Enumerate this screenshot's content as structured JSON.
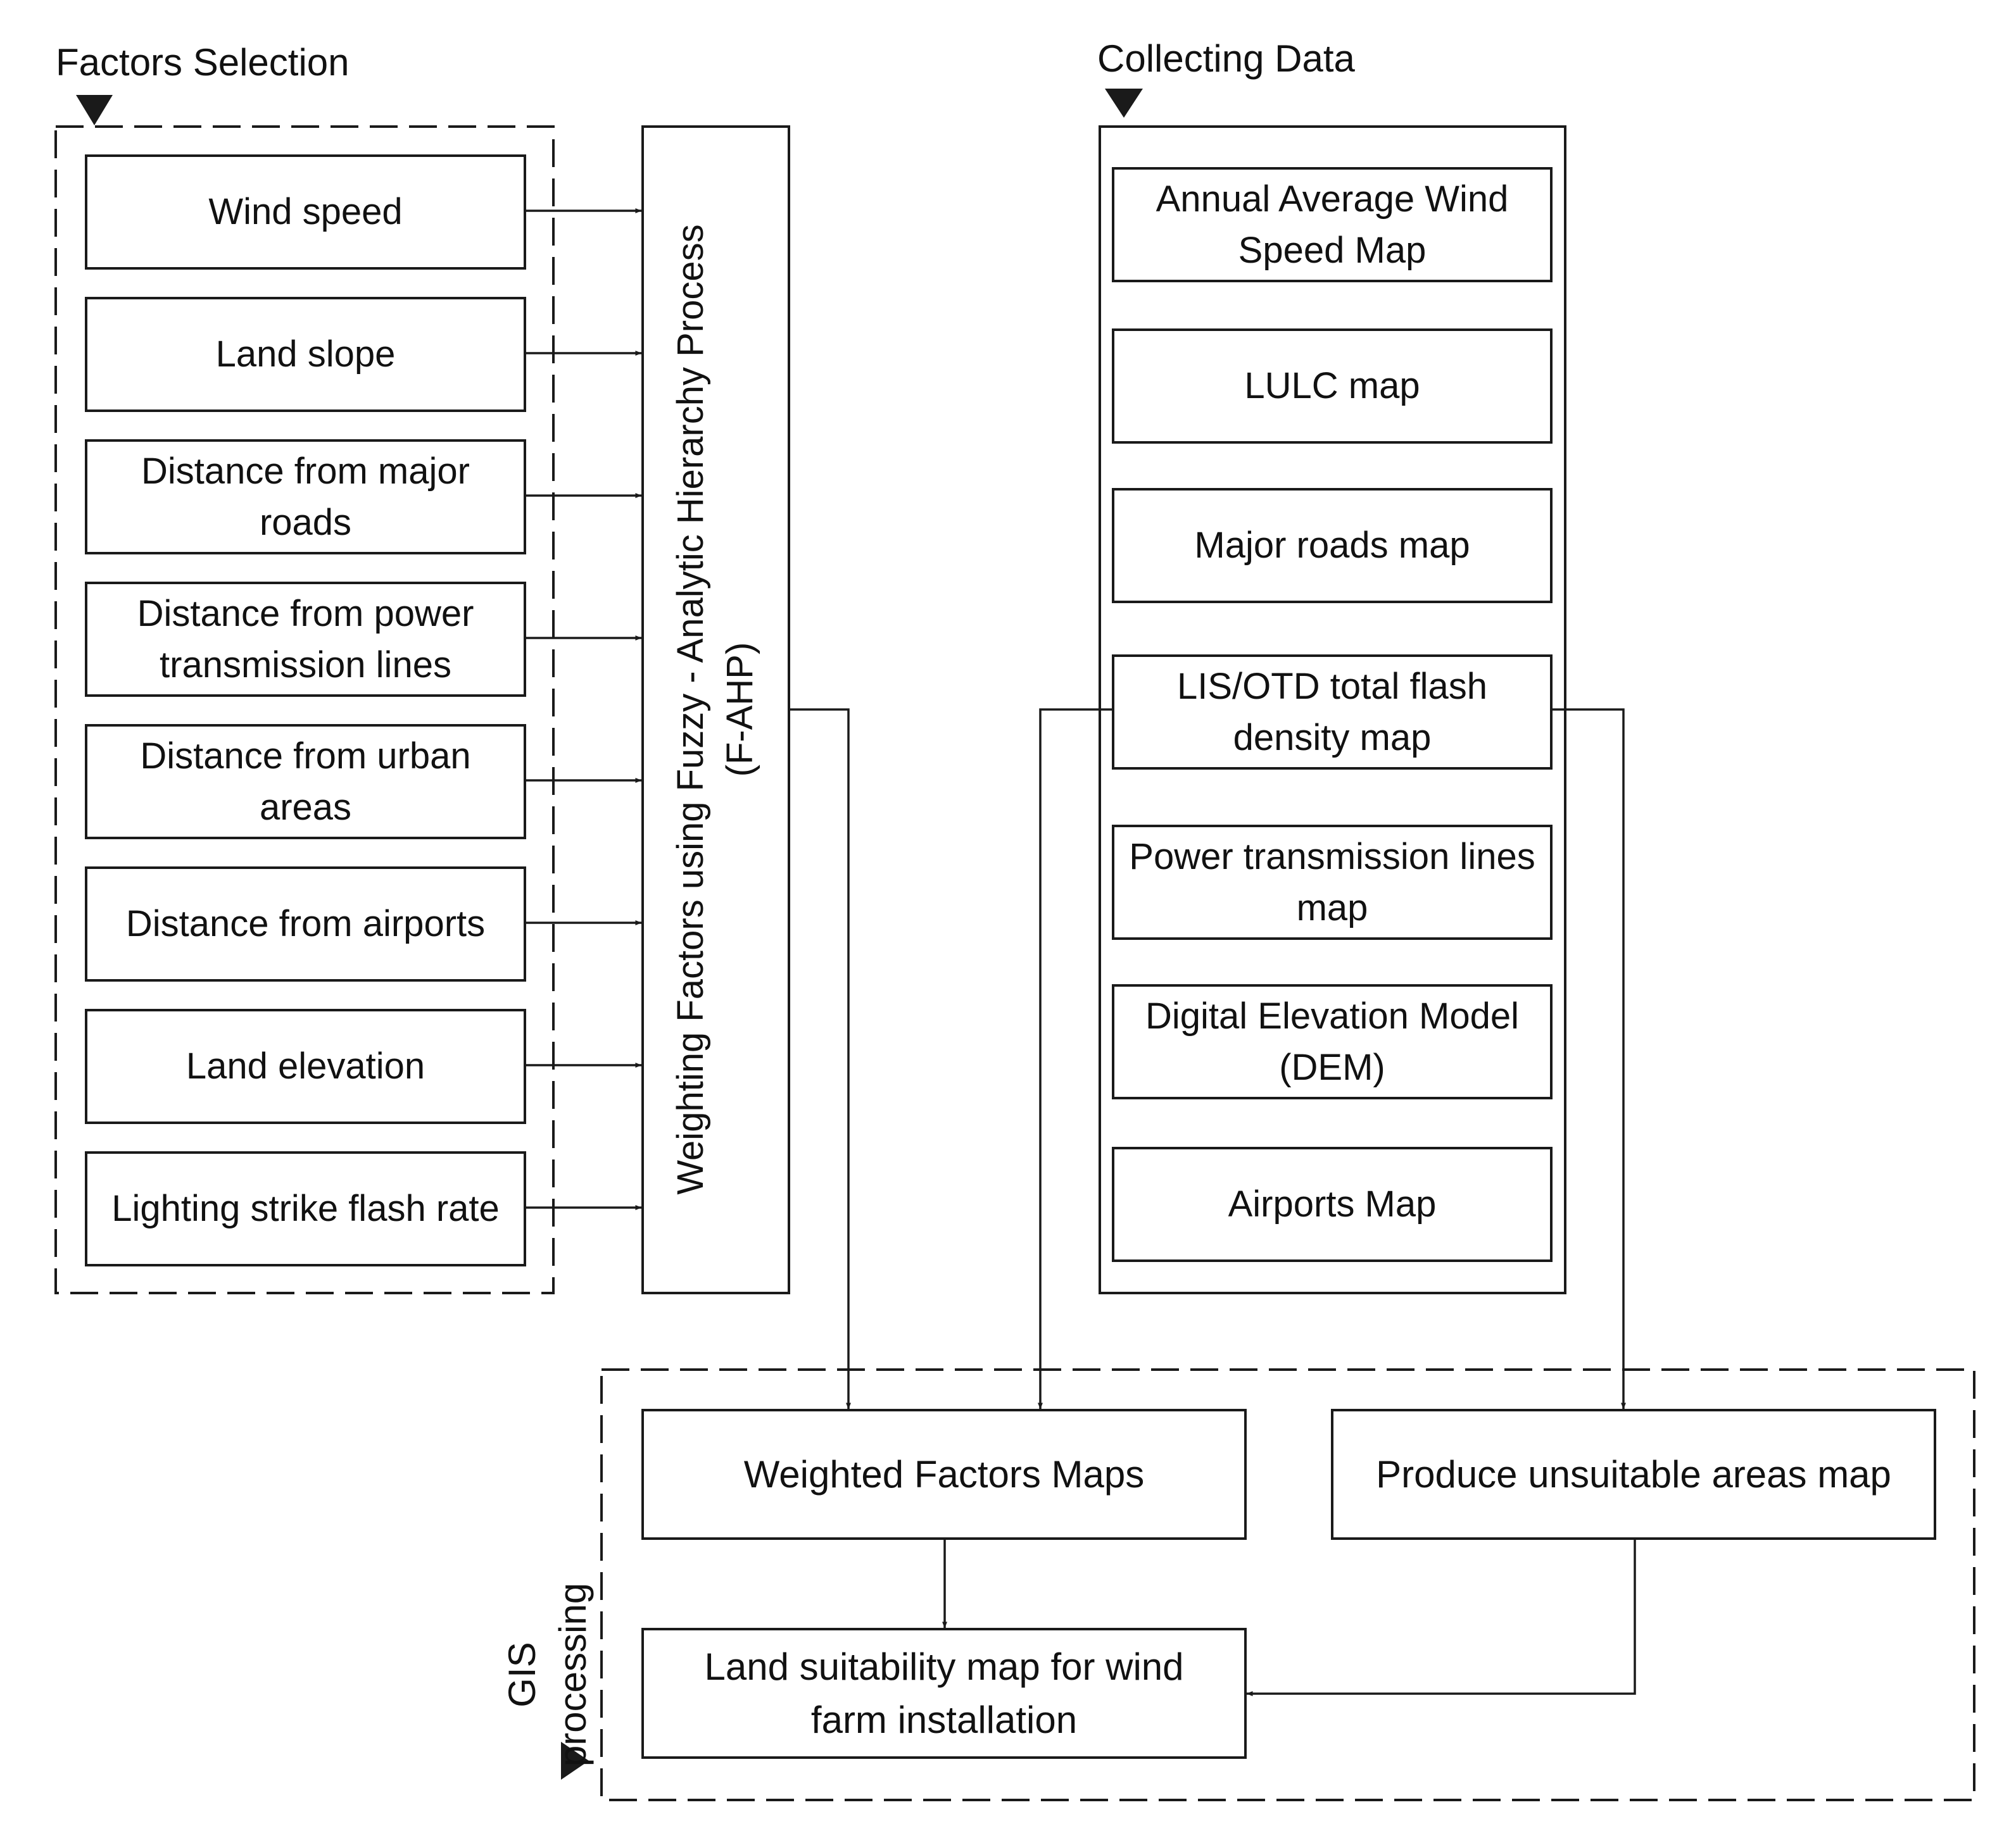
{
  "sections": {
    "factors_title": "Factors Selection",
    "collecting_title": "Collecting Data",
    "gis_title": "GIS processing"
  },
  "factors": [
    "Wind speed",
    "Land slope",
    "Distance from major roads",
    "Distance from power transmission lines",
    "Distance from urban areas",
    "Distance from airports",
    "Land elevation",
    "Lighting strike flash rate"
  ],
  "weighting": {
    "label": "Weighting Factors using Fuzzy - Analytic Hierarchy Process\n(F-AHP)"
  },
  "data_maps": [
    "Annual Average Wind Speed Map",
    "LULC map",
    "Major roads map",
    "LIS/OTD total flash density map",
    "Power transmission lines map",
    "Digital Elevation Model (DEM)",
    "Airports Map"
  ],
  "gis": {
    "weighted_maps": "Weighted Factors Maps",
    "unsuitable": "Produce unsuitable areas map",
    "suitability": "Land suitability map for wind farm installation"
  },
  "colors": {
    "stroke": "#1a1a1a",
    "text": "#111111",
    "background": "#ffffff"
  }
}
